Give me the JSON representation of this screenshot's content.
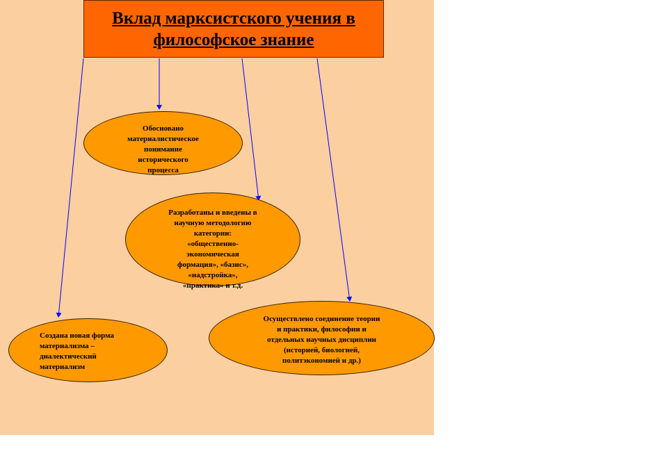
{
  "title": {
    "lines": [
      "Вклад марксистского учения  в",
      "философское знание"
    ]
  },
  "nodes": [
    {
      "id": "historical-process",
      "lines": [
        "Обосновано",
        "материалистическое",
        "понимание",
        "исторического",
        "процесса"
      ]
    },
    {
      "id": "categories",
      "lines": [
        "Разработаны и введены в",
        "научную методологию",
        "категории:",
        "«общественно-",
        "экономическая",
        "формация», «базис»,",
        "«надстройка»,",
        "«практика» и т.д."
      ]
    },
    {
      "id": "dialectical-materialism",
      "lines": [
        "Создана новая форма",
        "материализма –",
        "диалектический",
        "материализм"
      ]
    },
    {
      "id": "theory-practice",
      "lines": [
        "Осуществлено соединение теории",
        "и практики, философии и",
        "отдельных научных дисциплин",
        "(историей,  биологией,",
        "политэкономией и др.)"
      ]
    }
  ],
  "edges": [
    {
      "from": "title",
      "to": "historical-process"
    },
    {
      "from": "title",
      "to": "categories"
    },
    {
      "from": "title",
      "to": "dialectical-materialism"
    },
    {
      "from": "title",
      "to": "theory-practice"
    }
  ],
  "colors": {
    "background": "#fbcf9f",
    "title_fill": "#ff6600",
    "node_fill": "#ff9900",
    "arrow": "#0000ff"
  }
}
